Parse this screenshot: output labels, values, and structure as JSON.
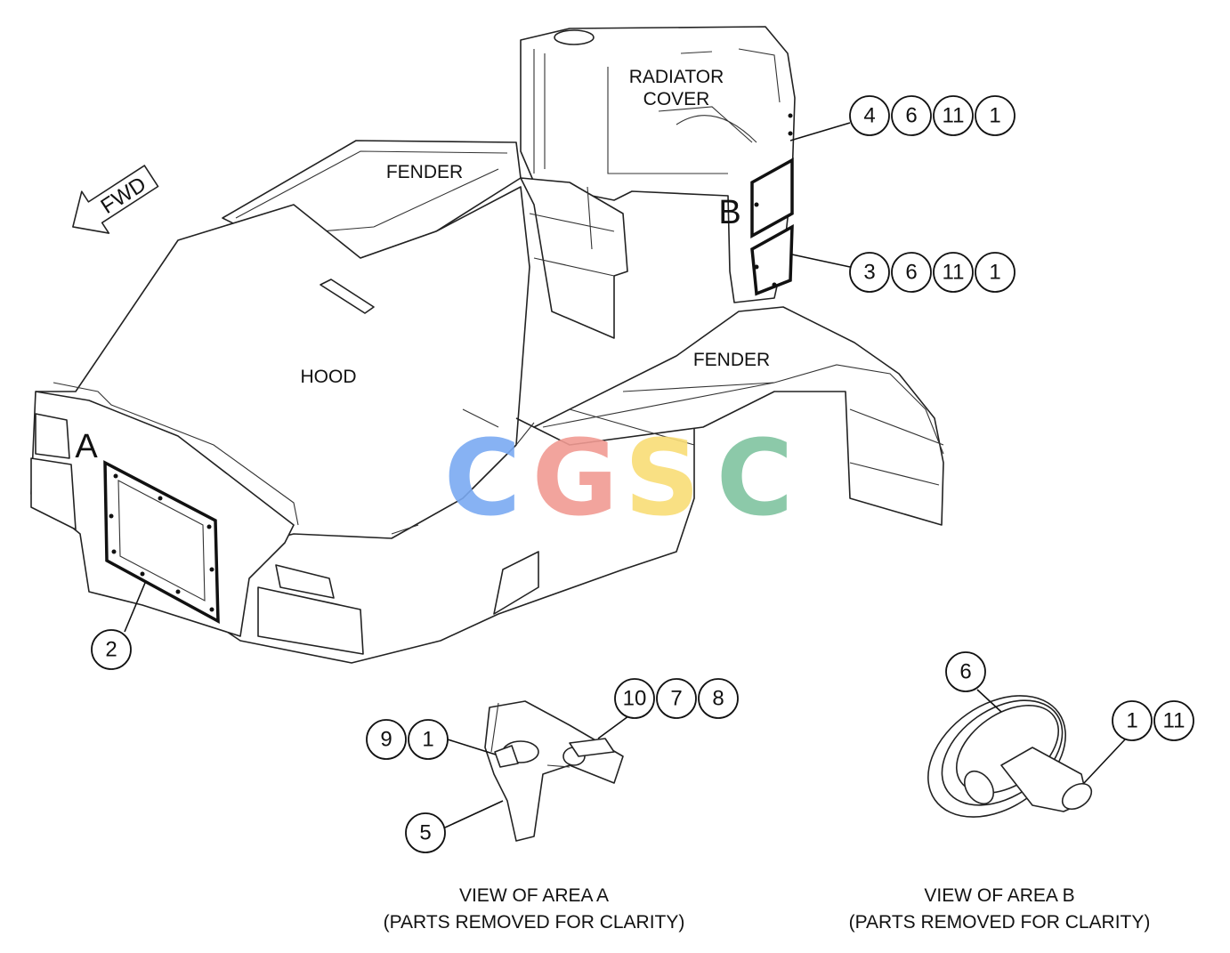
{
  "labels": {
    "radiator_cover_line1": "RADIATOR",
    "radiator_cover_line2": "COVER",
    "fender_rear": "FENDER",
    "fender_right": "FENDER",
    "hood": "HOOD",
    "fwd": "FWD",
    "area_a": "A",
    "area_b": "B"
  },
  "views": {
    "a_line1": "VIEW OF AREA A",
    "a_line2": "(PARTS REMOVED FOR CLARITY)",
    "b_line1": "VIEW OF AREA B",
    "b_line2": "(PARTS REMOVED FOR CLARITY)"
  },
  "callouts": {
    "upper_panel": [
      "4",
      "6",
      "11",
      "1"
    ],
    "lower_panel": [
      "3",
      "6",
      "11",
      "1"
    ],
    "hood_panel": [
      "2"
    ],
    "area_a_bolt": [
      "9",
      "1"
    ],
    "area_a_stud": [
      "10",
      "7",
      "8"
    ],
    "area_a_bracket": [
      "5"
    ],
    "area_b_seal": [
      "6"
    ],
    "area_b_fastener": [
      "1",
      "11"
    ]
  },
  "watermark": {
    "letters": [
      "C",
      "G",
      "S",
      "C"
    ],
    "colors": [
      "#7aaaf2",
      "#f19a92",
      "#f8dd76",
      "#7fc3a0"
    ]
  }
}
